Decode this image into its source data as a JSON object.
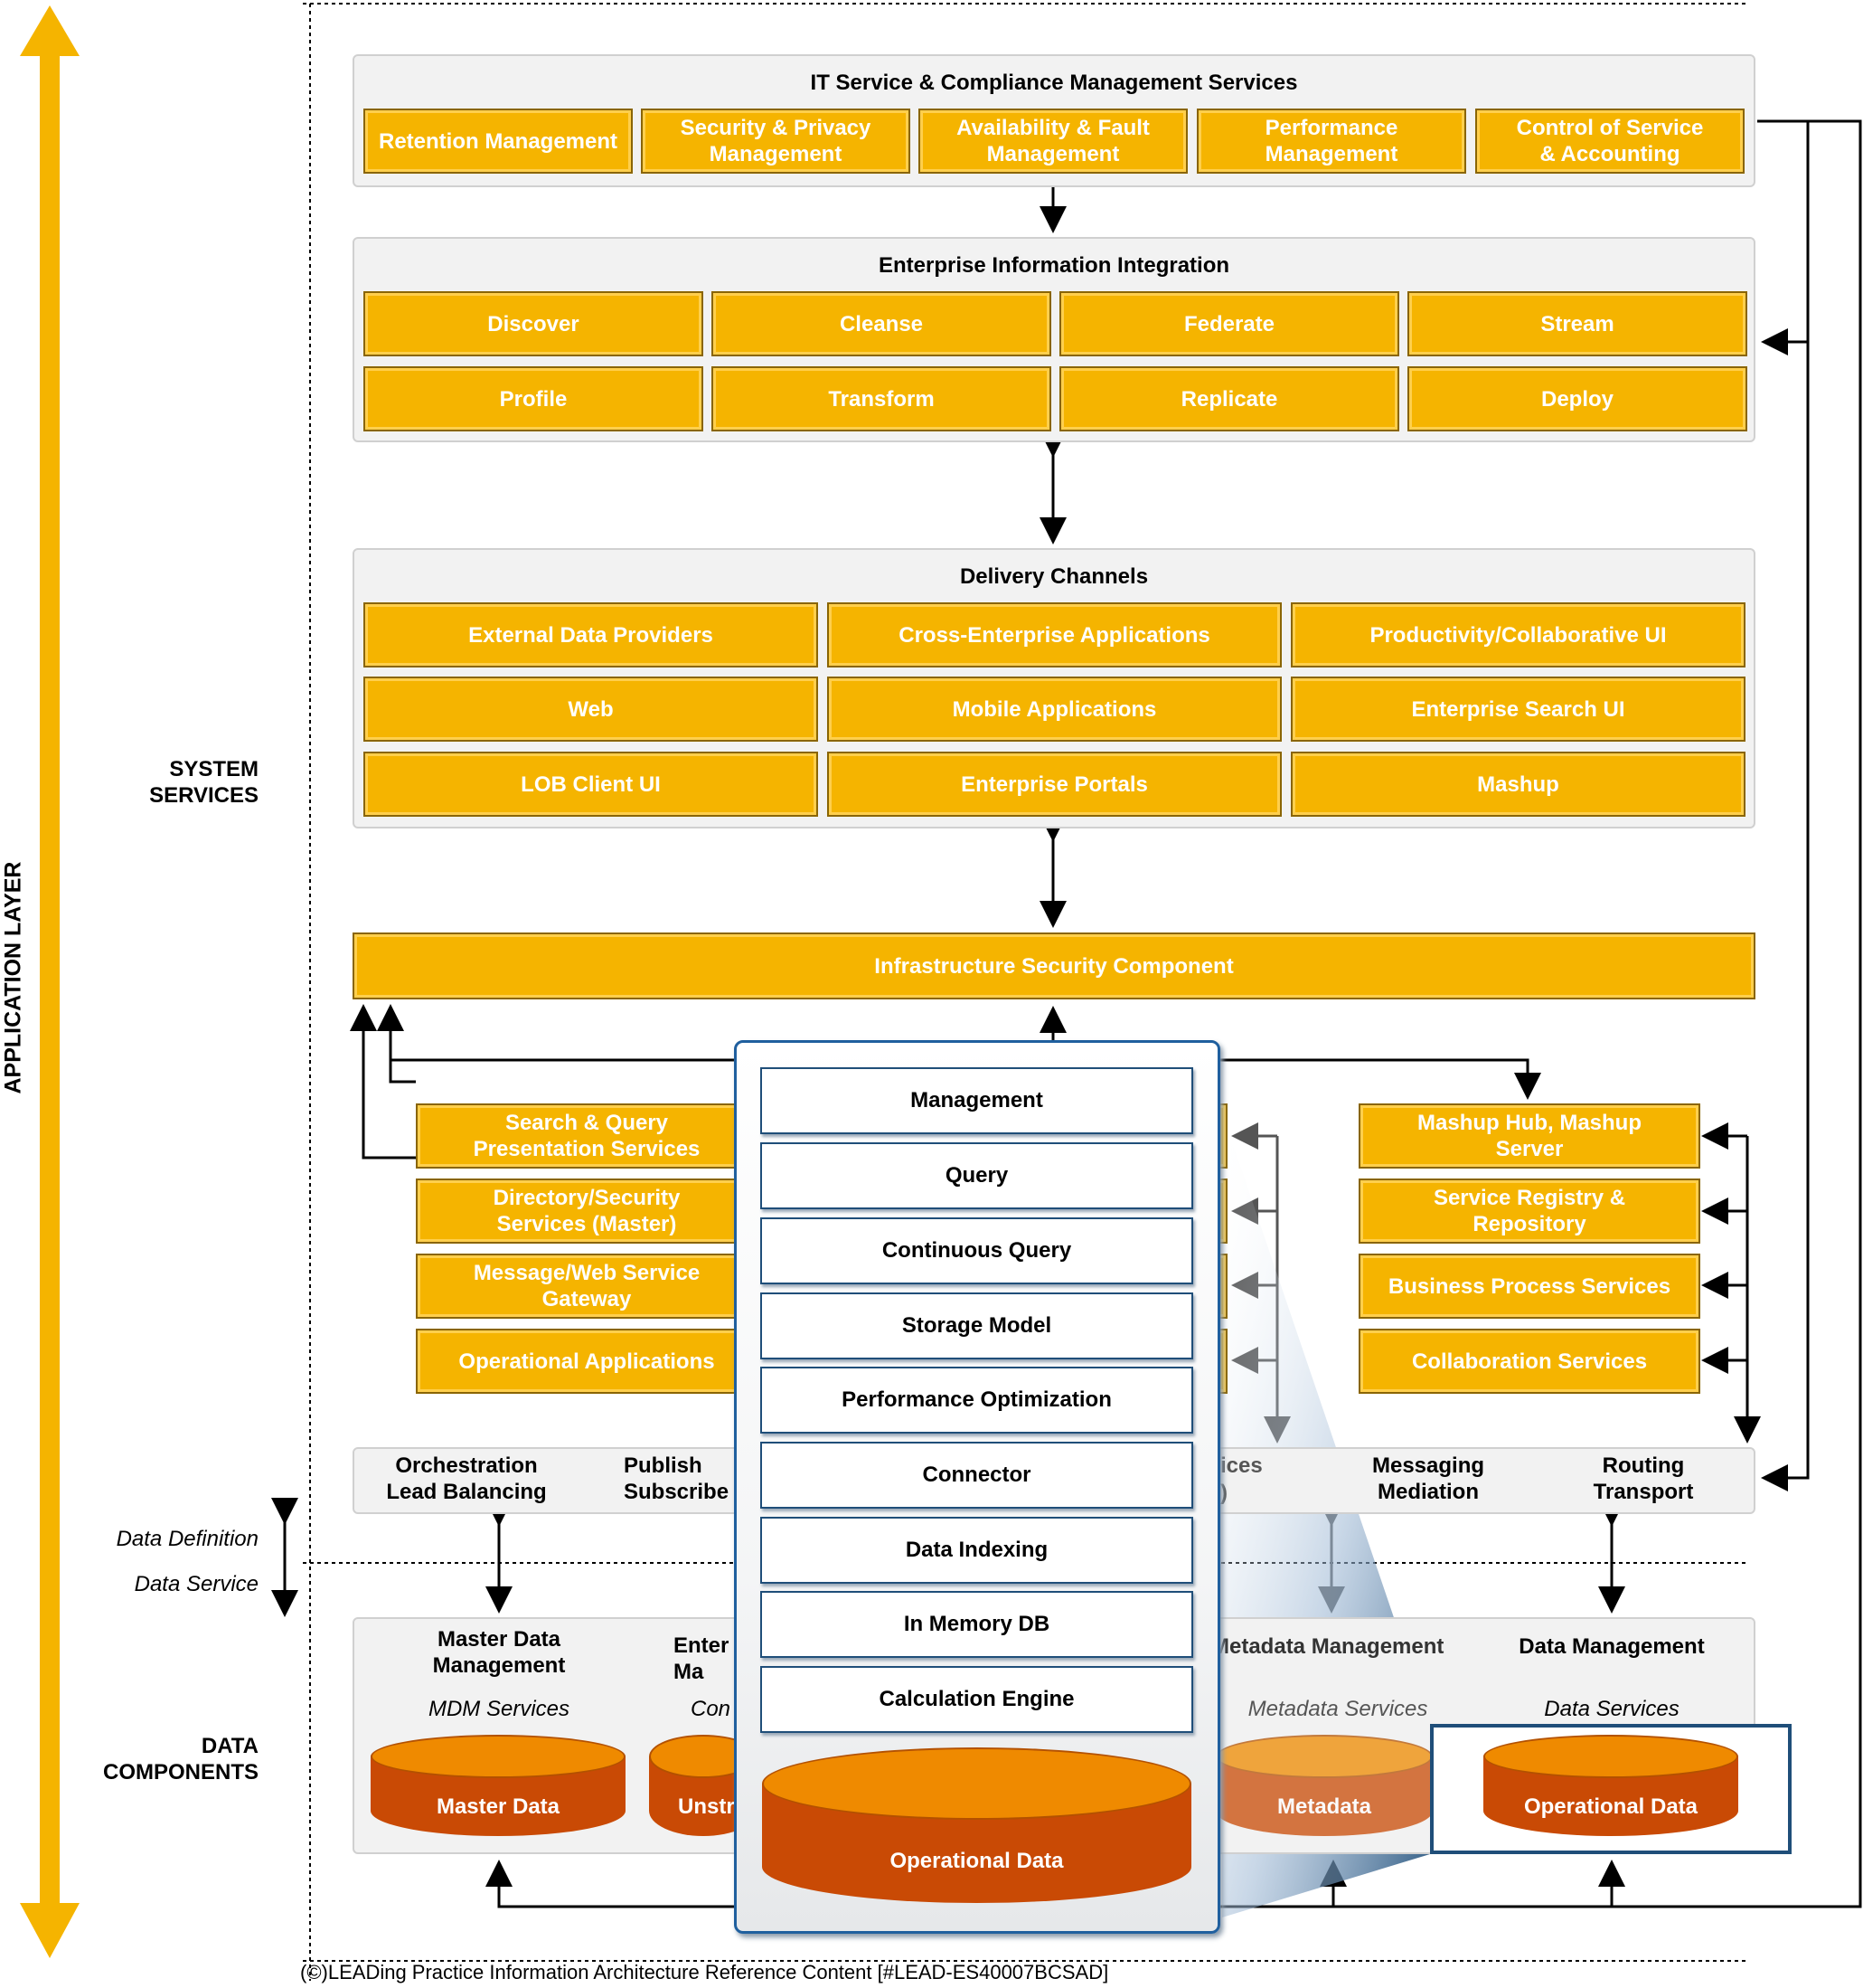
{
  "left_labels": {
    "application_layer": "APPLICATION LAYER",
    "system_services": "SYSTEM\nSERVICES",
    "data_components": "DATA\nCOMPONENTS",
    "data_definition": "Data Definition",
    "data_service": "Data Service"
  },
  "it_service": {
    "title": "IT Service & Compliance Management Services",
    "items": [
      "Retention Management",
      "Security & Privacy\nManagement",
      "Availability & Fault\nManagement",
      "Performance\nManagement",
      "Control of Service\n& Accounting"
    ]
  },
  "eii": {
    "title": "Enterprise Information Integration",
    "items": [
      "Discover",
      "Cleanse",
      "Federate",
      "Stream",
      "Profile",
      "Transform",
      "Replicate",
      "Deploy"
    ]
  },
  "delivery": {
    "title": "Delivery Channels",
    "items": [
      "External Data Providers",
      "Cross-Enterprise Applications",
      "Productivity/Collaborative UI",
      "Web",
      "Mobile Applications",
      "Enterprise Search UI",
      "LOB Client UI",
      "Enterprise Portals",
      "Mashup"
    ]
  },
  "infrastructure": "Infrastructure Security Component",
  "left_services": [
    "Search & Query\nPresentation Services",
    "Directory/Security\nServices (Master)",
    "Message/Web Service\nGateway",
    "Operational Applications"
  ],
  "right_services": [
    "Mashup Hub, Mashup\nServer",
    "Service Registry &\nRepository",
    "Business Process Services",
    "Collaboration Services"
  ],
  "bus": {
    "orchestration": "Orchestration\nLead Balancing",
    "publish": "Publish\nSubscribe",
    "services_fragment": "ices",
    "paren_fragment": ")",
    "messaging": "Messaging\nMediation",
    "routing": "Routing\nTransport"
  },
  "data_components": {
    "master_title": "Master Data\nManagement",
    "master_sub": "MDM Services",
    "master_cyl": "Master Data",
    "enter_fragment": "Enter\nMa",
    "con_fragment": "Con",
    "unstr_fragment": "Unstr",
    "metadata_title": "Metadata Management",
    "metadata_sub": "Metadata Services",
    "metadata_cyl": "Metadata",
    "data_title": "Data Management",
    "data_sub": "Data Services",
    "data_cyl": "Operational Data"
  },
  "zoom": {
    "items": [
      "Management",
      "Query",
      "Continuous Query",
      "Storage Model",
      "Performance Optimization",
      "Connector",
      "Data Indexing",
      "In Memory DB",
      "Calculation Engine"
    ],
    "cylinder": "Operational Data"
  },
  "footer": "(©)LEADing Practice Information Architecture Reference Content [#LEAD-ES40007BCSAD]",
  "colors": {
    "orange": "#f5b400",
    "cylinder": "#c94a05",
    "blue": "#1f4e79"
  }
}
